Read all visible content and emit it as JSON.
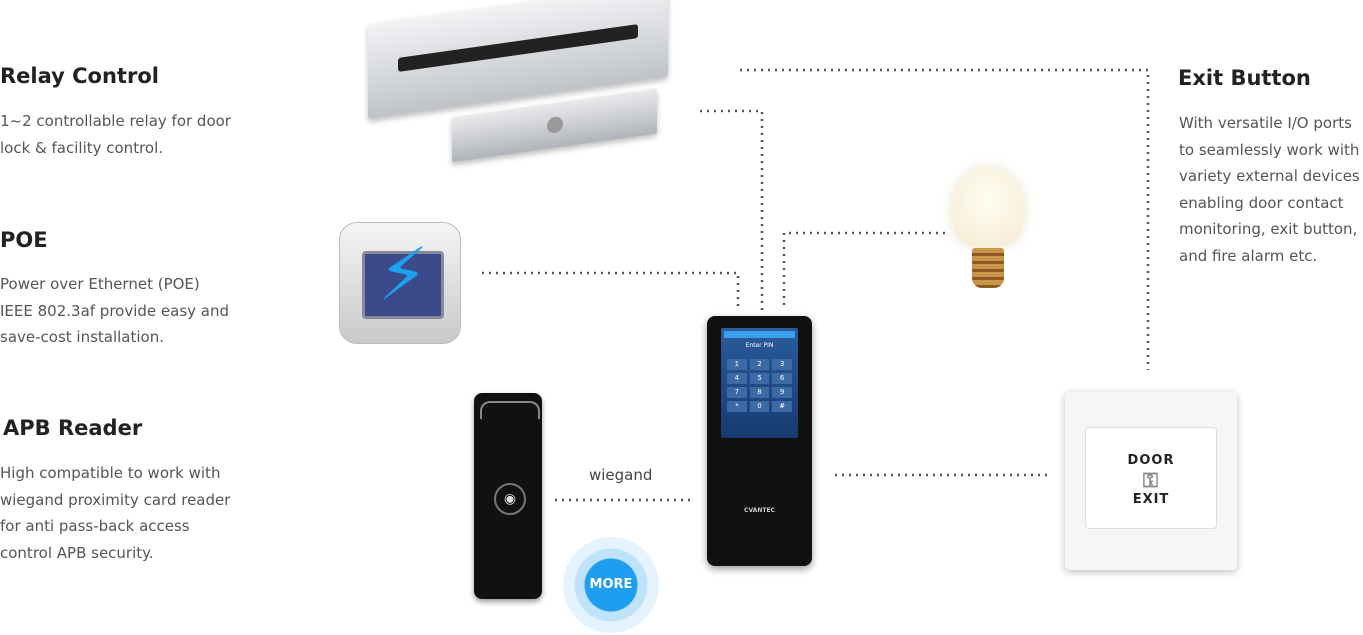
{
  "features": [
    {
      "title": "Relay Control",
      "lines": [
        "1~2 controllable relay for door",
        "lock & facility control."
      ]
    },
    {
      "title": "POE",
      "lines": [
        "Power over Ethernet (POE)",
        "IEEE 802.3af provide easy and",
        "save-cost installation."
      ]
    },
    {
      "title": "APB Reader",
      "lines": [
        "High compatible to work with",
        "wiegand proximity card reader",
        "for anti pass-back access",
        "control APB security."
      ]
    },
    {
      "title": "Exit Button",
      "lines": [
        "With versatile I/O ports",
        "to seamlessly work with",
        "variety external devices",
        "enabling door contact",
        "monitoring, exit button,",
        "and fire alarm etc."
      ]
    }
  ],
  "connection_label": "wiegand",
  "more_button": "MORE",
  "terminal": {
    "screen_title": "Enter PIN",
    "keys": [
      "1",
      "2",
      "3",
      "4",
      "5",
      "6",
      "7",
      "8",
      "9",
      "*",
      "0",
      "#"
    ],
    "brand": "CVANTEC"
  },
  "exit_button": {
    "top": "DOOR",
    "bottom": "EXIT"
  },
  "icons": {
    "poe": "ethernet-lightning-icon",
    "bulb": "light-bulb-icon",
    "key": "key-icon",
    "fingerprint": "fingerprint-icon"
  }
}
